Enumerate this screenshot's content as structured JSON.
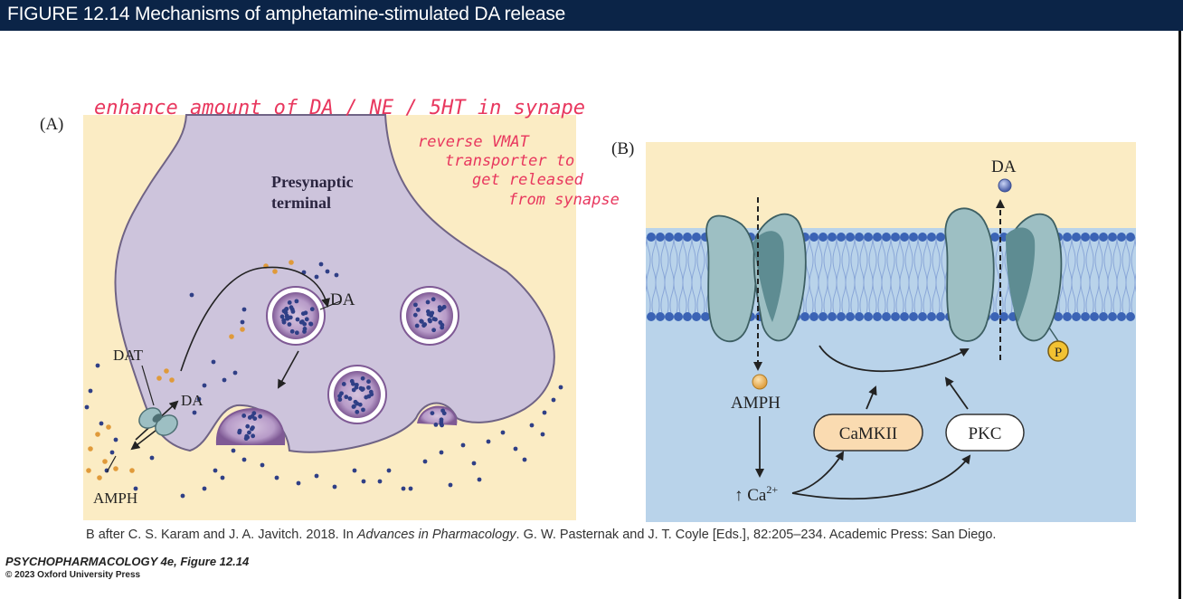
{
  "header": {
    "title": "FIGURE 12.14  Mechanisms of amphetamine-stimulated DA release"
  },
  "panelA": {
    "label": "(A)",
    "terminal_line1": "Presynaptic",
    "terminal_line2": "terminal",
    "da_vesicle_label": "DA",
    "dat_label": "DAT",
    "da_transporter_label": "DA",
    "amph_label": "AMPH"
  },
  "panelB": {
    "label": "(B)",
    "da_label": "DA",
    "amph_label": "AMPH",
    "camkii_label": "CaMKII",
    "pkc_label": "PKC",
    "p_label": "P",
    "ca_label": "↑ Ca",
    "ca_sup": "2+"
  },
  "annotations": {
    "line1": "enhance amount of DA / NE / 5HT in synape",
    "line2": "reverse VMAT",
    "line3": "transporter to",
    "line4": "get released",
    "line5": "from synapse"
  },
  "credit": {
    "prefix": "B after C. S. Karam and J. A. Javitch. 2018. In ",
    "book": "Advances in Pharmacology",
    "suffix": ". G. W. Pasternak and J. T. Coyle [Eds.], 82:205–234. Academic Press: San Diego."
  },
  "footer": {
    "line1": "PSYCHOPHARMACOLOGY 4e, Figure 12.14",
    "line2": "© 2023 Oxford University Press"
  },
  "colors": {
    "header_bg": "#0b2447",
    "synapse_bg": "#fbecc4",
    "terminal_fill": "#cdc4dc",
    "membrane_blue": "#3b63b5",
    "transporter": "#9dbfc3",
    "annotation_red": "#e8375e",
    "camkii_fill": "#fadbb1",
    "p_fill": "#f2c232"
  }
}
